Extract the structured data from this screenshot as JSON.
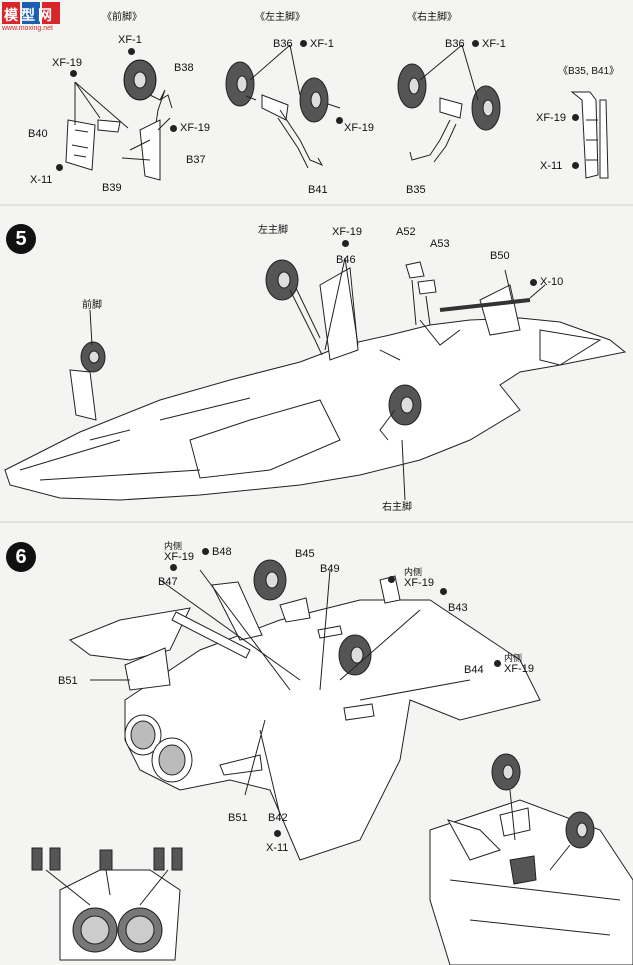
{
  "watermark": {
    "main": "模型网",
    "sub": "www.moxing.net"
  },
  "top_panel": {
    "front_leg_title": "《前脚》",
    "left_main_title": "《左主脚》",
    "right_main_title": "《右主脚》",
    "b35_b41_title": "《B35, B41》",
    "front": {
      "xf1": "XF-1",
      "b38": "B38",
      "xf19_a": "XF-19",
      "xf19_b": "XF-19",
      "b40": "B40",
      "b37": "B37",
      "x11": "X-11",
      "b39": "B39"
    },
    "left": {
      "b36": "B36",
      "xf1": "XF-1",
      "xf19": "XF-19",
      "b41": "B41"
    },
    "right": {
      "b36": "B36",
      "xf1": "XF-1",
      "b35": "B35"
    },
    "detail": {
      "xf19": "XF-19",
      "x11": "X-11"
    }
  },
  "step5": {
    "number": "5",
    "left_main_leg": "左主脚",
    "xf19": "XF-19",
    "b46": "B46",
    "a52": "A52",
    "a53": "A53",
    "b50": "B50",
    "x10": "X-10",
    "front_leg": "前脚",
    "right_main_leg": "右主脚"
  },
  "step6": {
    "number": "6",
    "inner_side_a": "内侧",
    "xf19_a": "XF-19",
    "b48": "B48",
    "b47": "B47",
    "b45": "B45",
    "b49": "B49",
    "inner_side_b": "内侧",
    "xf19_b": "XF-19",
    "b43": "B43",
    "b51_a": "B51",
    "inner_side_c": "内侧",
    "xf19_c": "XF-19",
    "b44": "B44",
    "b51_b": "B51",
    "b42": "B42",
    "x11": "X-11"
  },
  "colors": {
    "ink": "#111111",
    "paper": "#f4f4f2",
    "logo_red": "#d8262a",
    "logo_blue": "#1d5fae"
  }
}
